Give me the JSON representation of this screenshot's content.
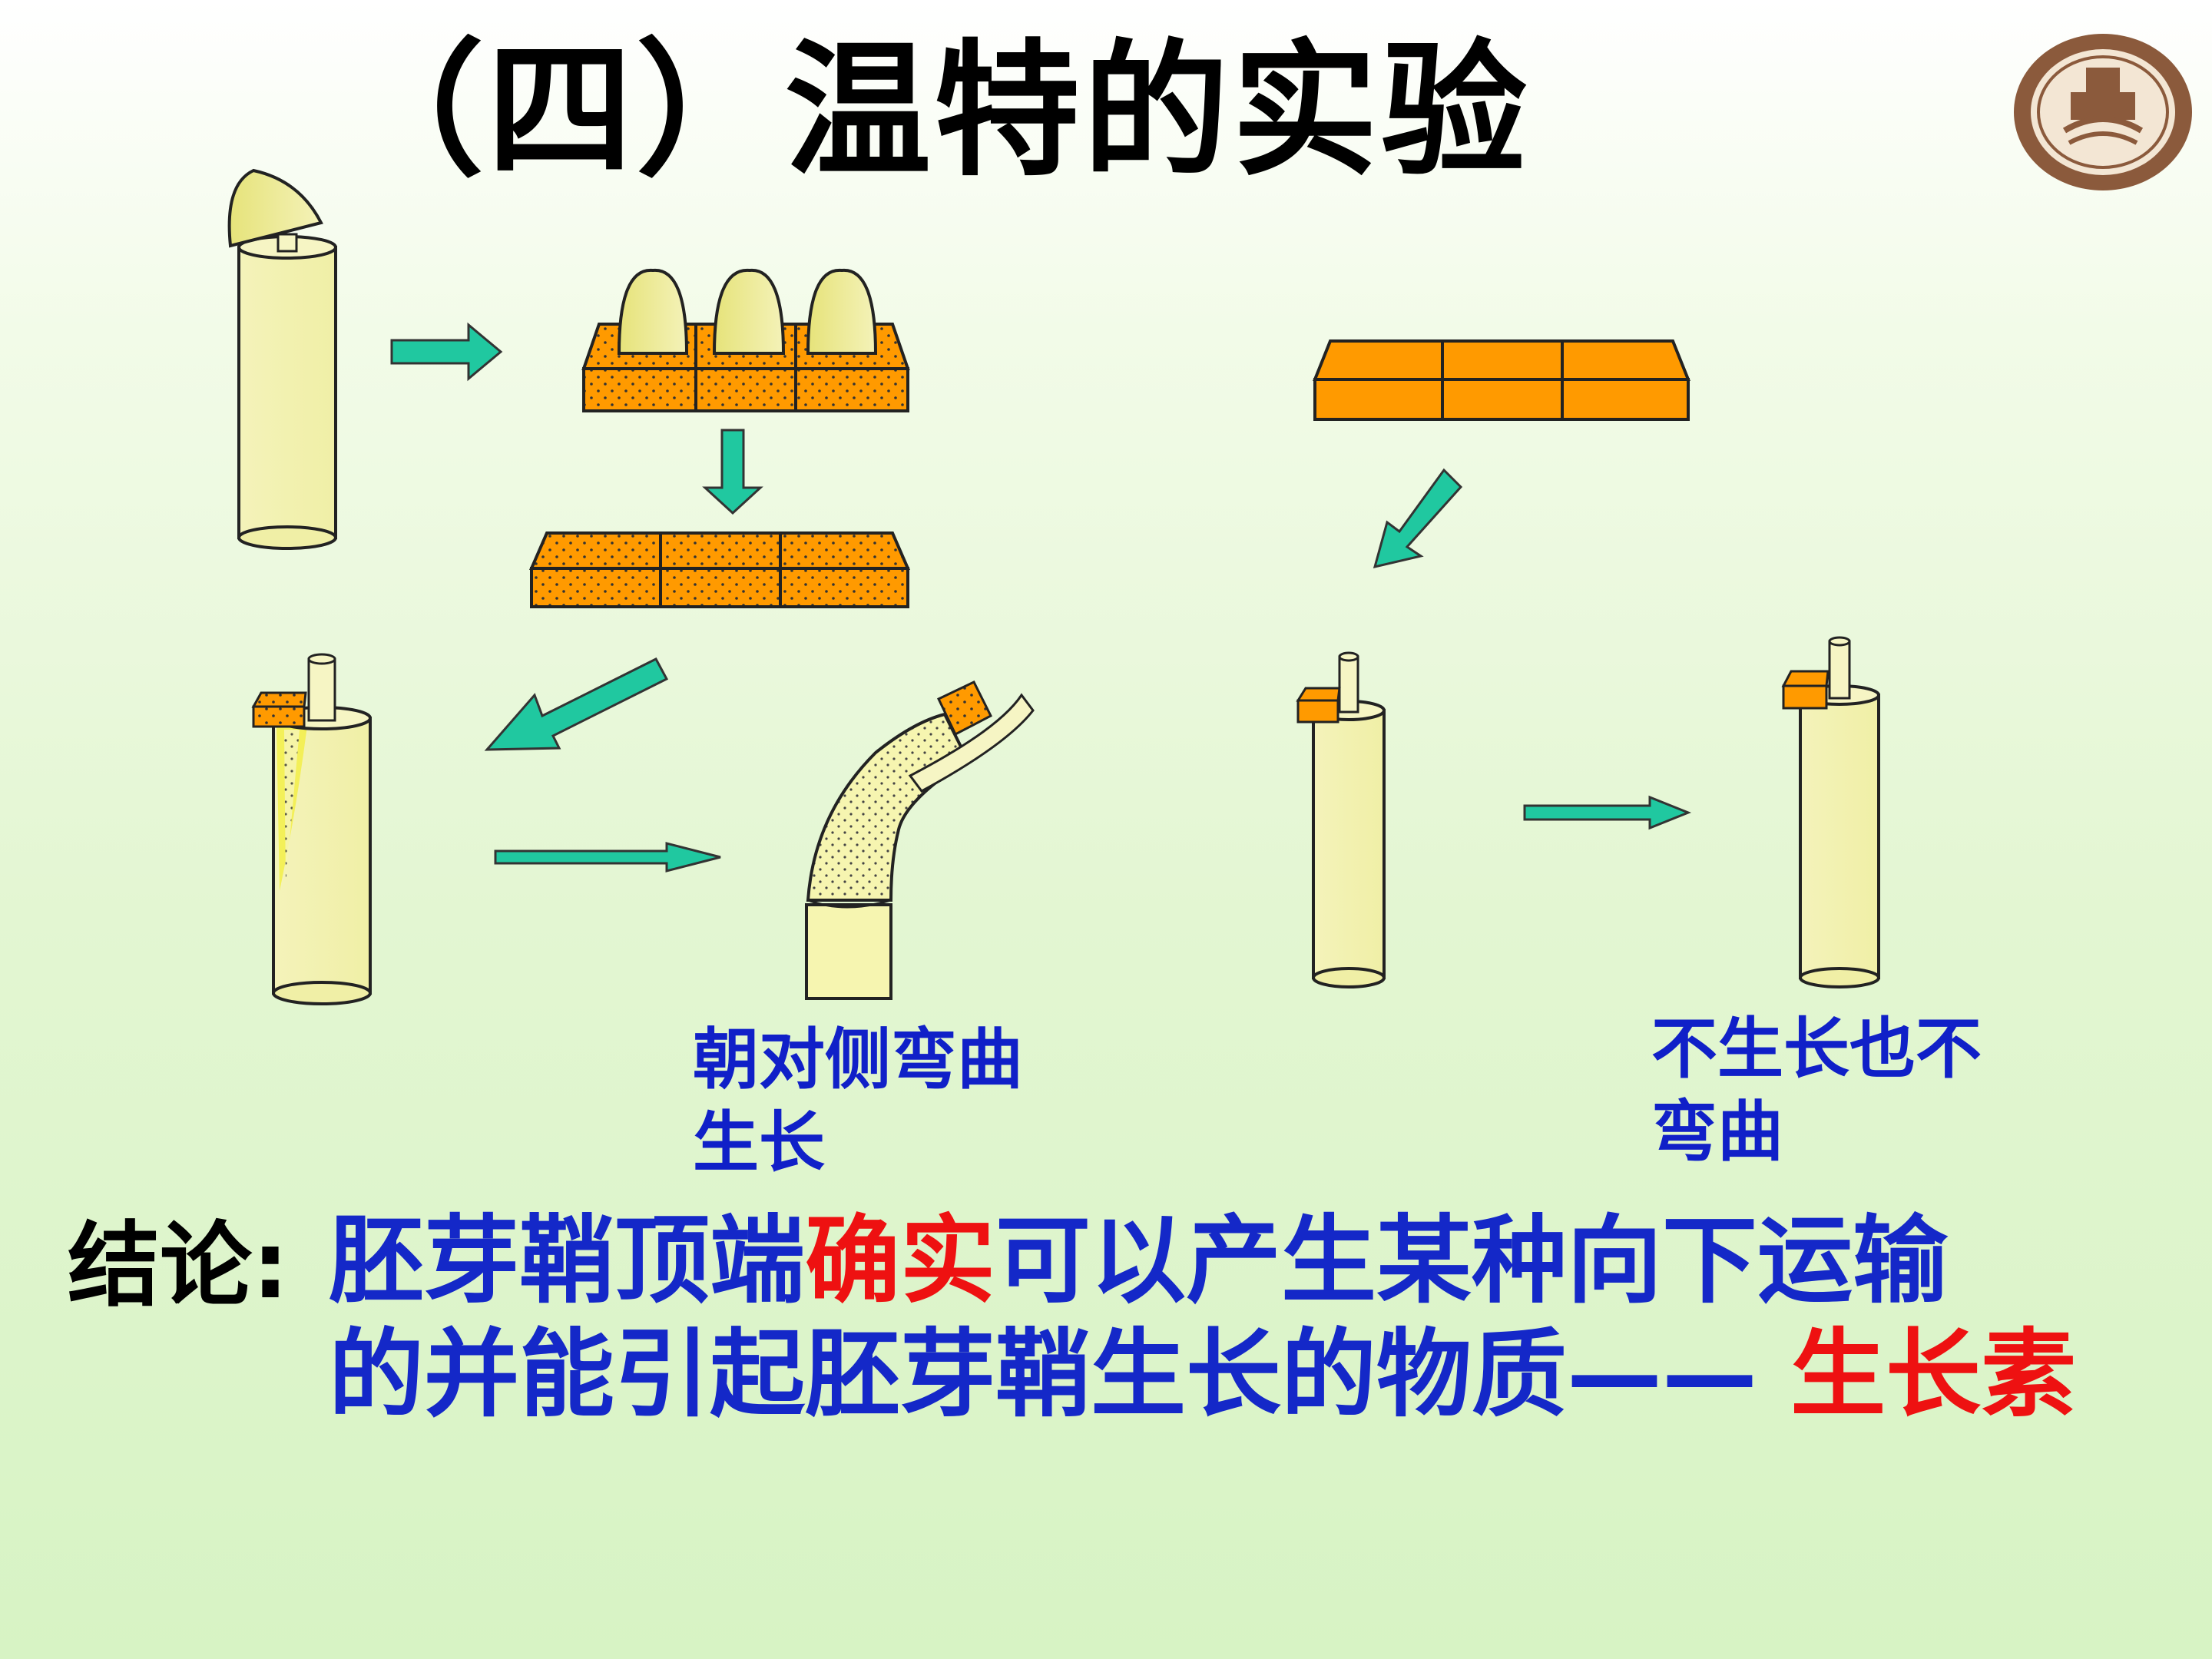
{
  "title": "（四）温特的实验",
  "captions": {
    "left_line1": "朝对侧弯曲",
    "left_line2": "生长",
    "right_line1": "不生长也不",
    "right_line2": "弯曲"
  },
  "conclusion": {
    "label": "结论:",
    "line1_a": "胚芽鞘顶端",
    "line1_b": "确实",
    "line1_c": "可以产生某种向下运输",
    "line2_a": "的并能引起胚芽鞘生长的物质—— ",
    "line2_b": "生长素"
  },
  "colors": {
    "accent_red": "#ee1111",
    "text_blue": "#1428c8",
    "arrow_teal": "#20c8a0",
    "agar_orange": "#ff9a00",
    "coleoptile_yellow": "#f6f5b0"
  },
  "icons": [
    "university-logo",
    "arrow-icon",
    "coleoptile",
    "agar-block"
  ]
}
